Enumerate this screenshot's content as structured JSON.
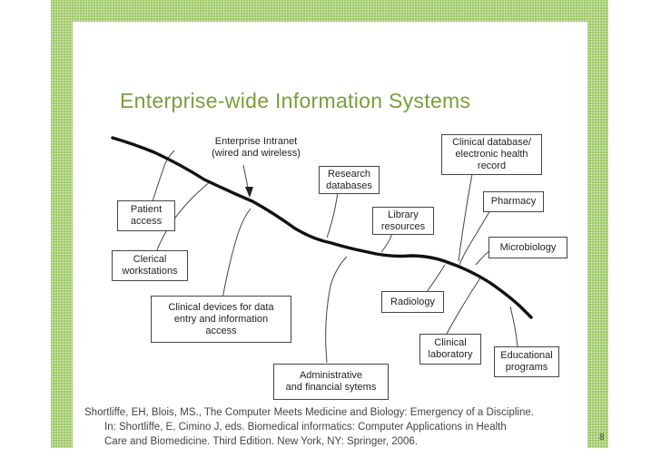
{
  "slide": {
    "title": "Enterprise-wide Information Systems",
    "page_number": "8"
  },
  "diagram": {
    "intranet_label": "Enterprise Intranet\n(wired and wireless)",
    "nodes": {
      "patient_access": "Patient\naccess",
      "clerical_workstations": "Clerical\nworkstations",
      "clinical_devices": "Clinical devices for data\nentry and information\naccess",
      "administrative": "Administrative\nand financial sytems",
      "research_databases": "Research\ndatabases",
      "library_resources": "Library\nresources",
      "clinical_database": "Clinical database/\nelectronic health\nrecord",
      "pharmacy": "Pharmacy",
      "microbiology": "Microbiology",
      "radiology": "Radiology",
      "clinical_laboratory": "Clinical\nlaboratory",
      "educational_programs": "Educational\nprograms"
    }
  },
  "citation": {
    "line1": "Shortliffe, EH, Blois, MS., The Computer Meets Medicine and Biology: Emergency of a Discipline.",
    "line2": "In: Shortliffe, E, Cimino J, eds. Biomedical informatics: Computer Applications in Health",
    "line3": "Care and Biomedicine. Third Edition. New York, NY: Springer, 2006."
  },
  "colors": {
    "frame_green": "#93c25a",
    "title_green": "#7a9e3b"
  }
}
